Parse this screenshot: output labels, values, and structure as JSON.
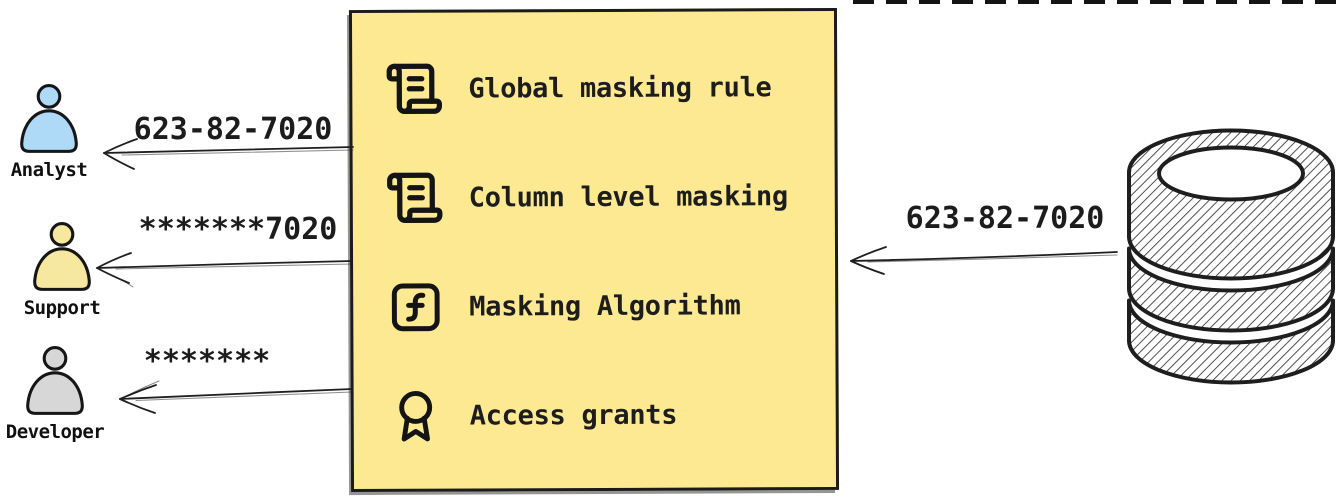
{
  "canvas": {
    "background": "#ffffff",
    "top_edge_color": "#141414"
  },
  "users": [
    {
      "name": "Analyst",
      "received_value": "623-82-7020",
      "fill": "#aed9f7"
    },
    {
      "name": "Support",
      "received_value": "*******7020",
      "fill": "#f7e8a0"
    },
    {
      "name": "Developer",
      "received_value": "*******",
      "fill": "#d7d7d7"
    }
  ],
  "masking_box": {
    "fill": "#fde992",
    "border_color": "#1b1b1b",
    "items": [
      {
        "icon": "scroll-text-icon",
        "label": "Global masking rule"
      },
      {
        "icon": "scroll-text-icon",
        "label": "Column level masking"
      },
      {
        "icon": "square-function-icon",
        "label": "Masking Algorithm"
      },
      {
        "icon": "award-icon",
        "label": "Access grants"
      }
    ]
  },
  "database": {
    "icon": "database-icon",
    "outgoing_value": "623-82-7020"
  }
}
